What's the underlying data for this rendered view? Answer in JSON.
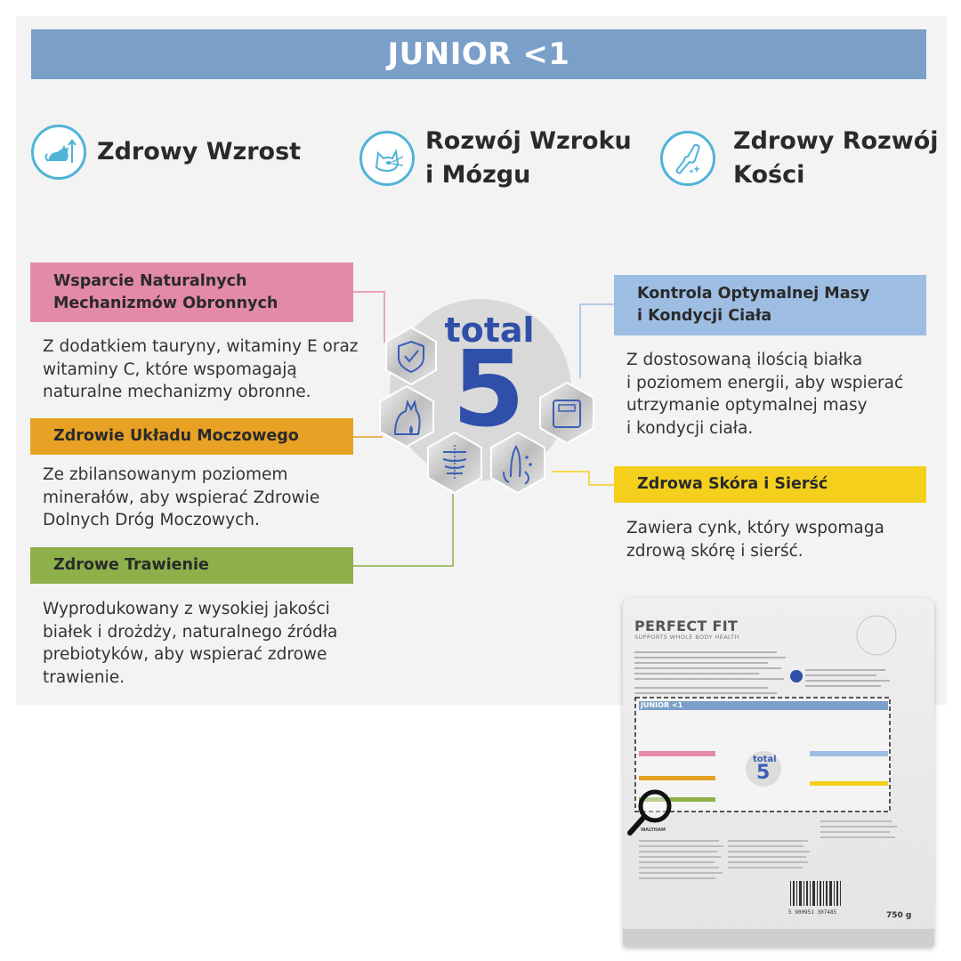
{
  "header": {
    "title": "JUNIOR <1"
  },
  "benefits": [
    {
      "icon": "cat-growth-icon",
      "title_line1": "Zdrowy Wzrost",
      "title_line2": ""
    },
    {
      "icon": "cat-head-vision-icon",
      "title_line1": "Rozwój Wzroku",
      "title_line2": "i Mózgu"
    },
    {
      "icon": "bone-joint-icon",
      "title_line1": "Zdrowy Rozwój",
      "title_line2": "Kości"
    }
  ],
  "hub": {
    "label": "total",
    "number": "5"
  },
  "features": [
    {
      "icon": "shield-immunity-icon",
      "title_line1": "Wsparcie Naturalnych",
      "title_line2": "Mechanizmów Obronnych",
      "desc_lines": [
        "Z dodatkiem tauryny, witaminy E oraz",
        "witaminy C, które wspomagają",
        "naturalne mechanizmy obronne."
      ]
    },
    {
      "icon": "urinary-cat-icon",
      "title_line1": "Zdrowie Układu Moczowego",
      "title_line2": "",
      "desc_lines": [
        "Ze zbilansowanym poziomem",
        "minerałów, aby wspierać Zdrowie",
        "Dolnych Dróg Moczowych."
      ]
    },
    {
      "icon": "digestion-intestine-icon",
      "title_line1": "Zdrowe Trawienie",
      "title_line2": "",
      "desc_lines": [
        "Wyprodukowany z wysokiej jakości",
        "białek i drożdży, naturalnego źródła",
        "prebiotyków, aby wspierać zdrowe",
        "trawienie."
      ]
    },
    {
      "icon": "weight-scale-icon",
      "title_line1": "Kontrola Optymalnej Masy",
      "title_line2": "i Kondycji Ciała",
      "desc_lines": [
        "Z dostosowaną ilością białka",
        "i poziomem energii, aby wspierać",
        "utrzymanie optymalnej masy",
        "i kondycji ciała."
      ]
    },
    {
      "icon": "skin-coat-icon",
      "title_line1": "Zdrowa Skóra i Sierść",
      "title_line2": "",
      "desc_lines": [
        "Zawiera cynk, który wspomaga",
        "zdrową skórę i sierść."
      ]
    }
  ],
  "package": {
    "brand": "PERFECT FIT",
    "tagline": "SUPPORTS WHOLE BODY HEALTH",
    "mini_title": "JUNIOR <1",
    "mini_total": "total",
    "mini_five": "5",
    "maker": "WALTHAM",
    "barcode": "5 900951 307485",
    "weight": "750 g",
    "icon": "magnifier-icon"
  },
  "colors": {
    "banner": "#7a9fc8",
    "accent_icon": "#4fb4d8",
    "hub_blue": "#2f4fa8",
    "feature_pink": "#e38aa6",
    "feature_orange": "#e7a124",
    "feature_green": "#8db04b",
    "feature_blue": "#9ebde3",
    "feature_yellow": "#f4d01c",
    "panel_bg": "#f3f3f3"
  }
}
